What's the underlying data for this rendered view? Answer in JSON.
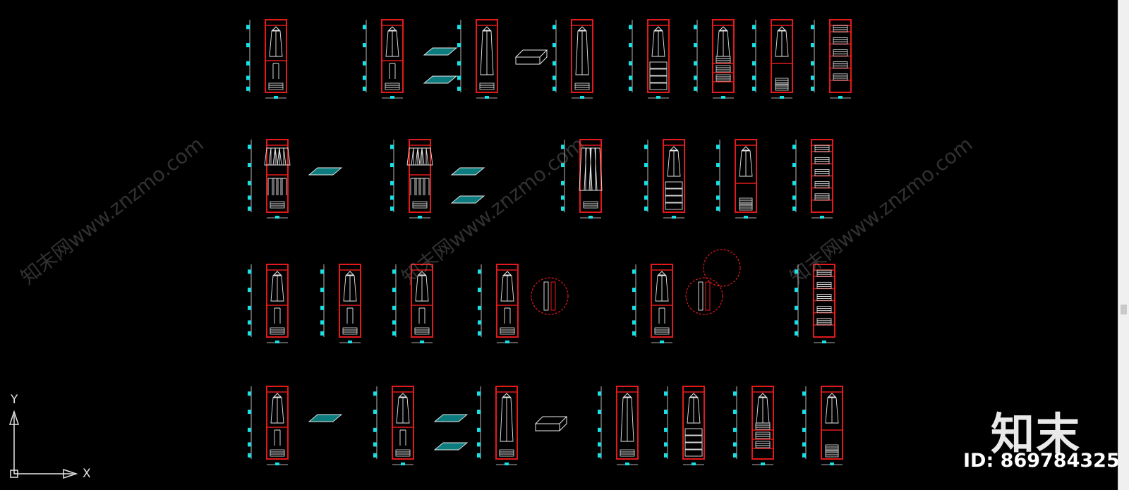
{
  "viewport": {
    "background": "#000000"
  },
  "colors": {
    "frame": "#e21a1a",
    "dims": "#18e1e6",
    "geom": "#e8e8e8",
    "detail": "#e21a1a"
  },
  "ucs": {
    "x_label": "X",
    "y_label": "Y",
    "icon": "ucs-axis-icon"
  },
  "brand": {
    "mark": "知末",
    "id_text": "ID: 869784325"
  },
  "watermark": {
    "text": "知末网www.znzmo.com"
  },
  "scrollbar": {
    "icon": "vertical-scrollbar"
  },
  "drawing": {
    "rows": [
      {
        "name": "row-1",
        "units": [
          {
            "type": "hang-short"
          },
          {
            "type": "hang-short",
            "accessory": "trays"
          },
          {
            "type": "hang-long",
            "accessory": "drawer-box"
          },
          {
            "type": "hang-long"
          },
          {
            "type": "hang-drawers"
          },
          {
            "type": "hang-shelves"
          },
          {
            "type": "hang-folded"
          },
          {
            "type": "shelves"
          }
        ]
      },
      {
        "name": "row-2",
        "units": [
          {
            "type": "double-hang",
            "accessory": "tray"
          },
          {
            "type": "double-hang",
            "accessory": "trays"
          },
          {
            "type": "long-hang"
          },
          {
            "type": "hang-drawers"
          },
          {
            "type": "hang-folded"
          },
          {
            "type": "shelves"
          }
        ]
      },
      {
        "name": "row-3",
        "units": [
          {
            "type": "hang-short"
          },
          {
            "type": "hang-short"
          },
          {
            "type": "hang-short"
          },
          {
            "type": "hang-short",
            "detail": 1
          },
          {
            "type": "hang-short",
            "detail": 2
          },
          {
            "type": "shelves"
          }
        ]
      },
      {
        "name": "row-4",
        "units": [
          {
            "type": "hang-short",
            "accessory": "tray"
          },
          {
            "type": "hang-short",
            "accessory": "trays"
          },
          {
            "type": "hang-long",
            "accessory": "drawer-box"
          },
          {
            "type": "hang-long"
          },
          {
            "type": "hang-drawers"
          },
          {
            "type": "hang-shelves"
          },
          {
            "type": "hang-folded"
          }
        ]
      }
    ]
  }
}
